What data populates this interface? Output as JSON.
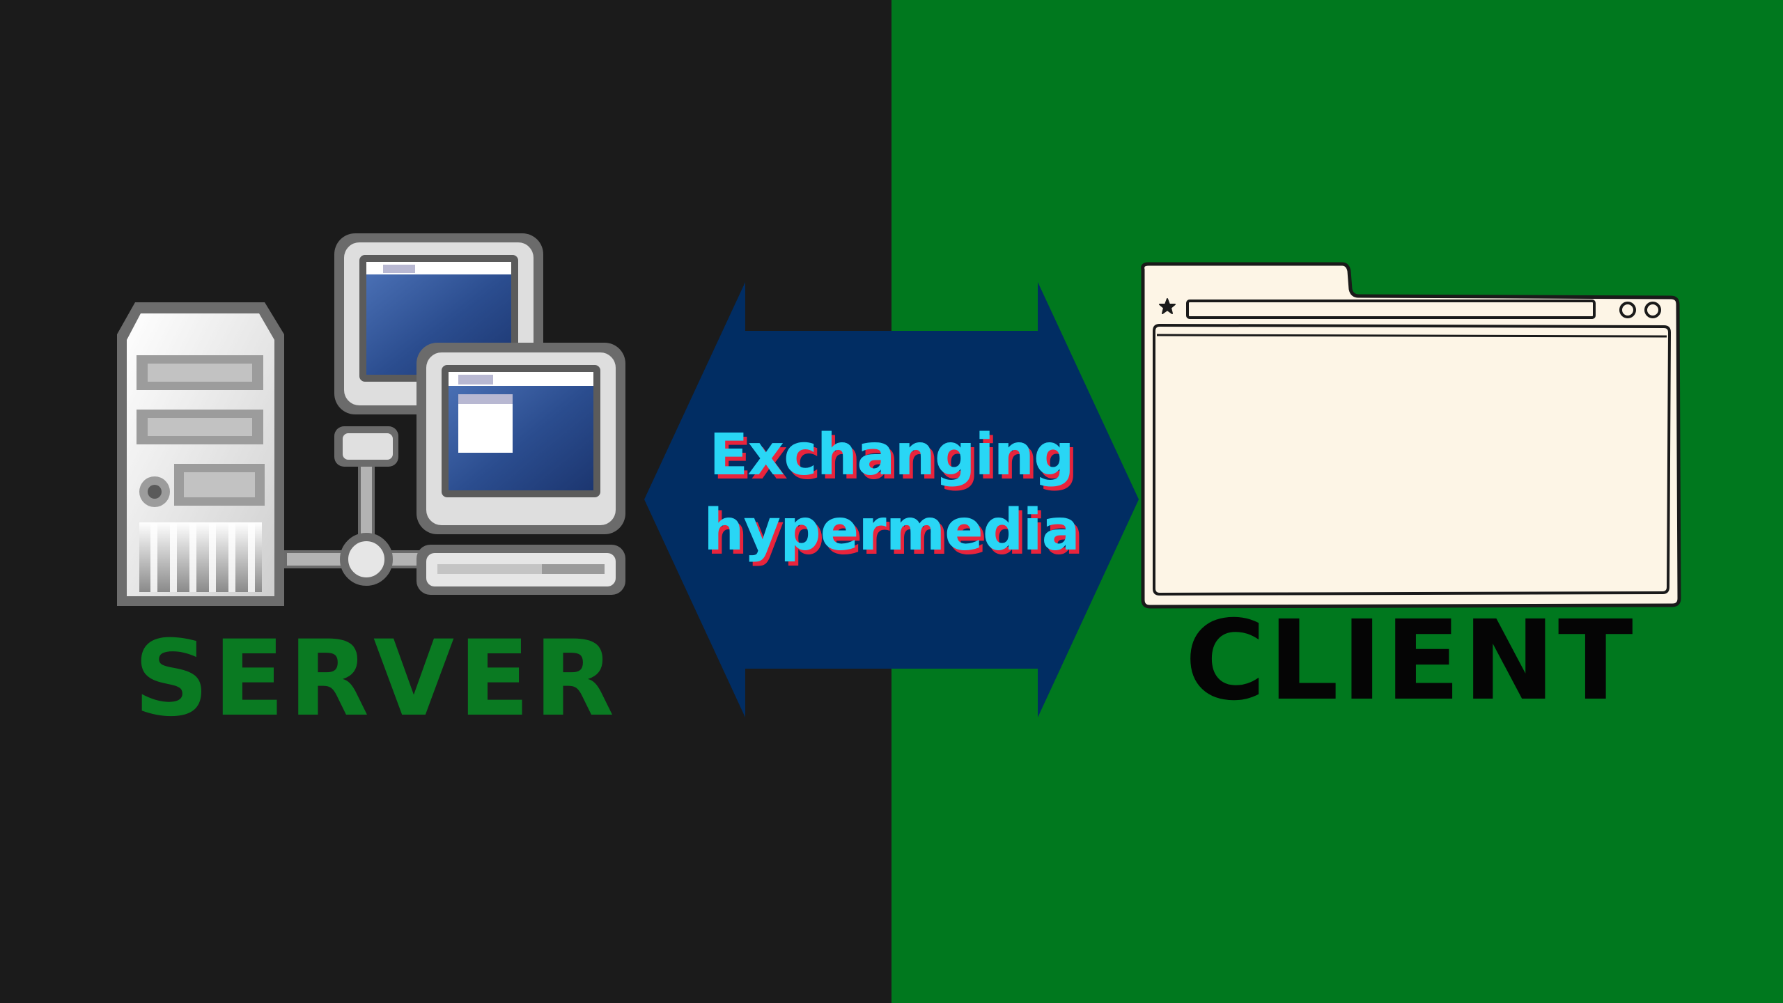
{
  "server": {
    "label": "SERVER",
    "label_color": "#0a7a22",
    "icon": "server-network-icon"
  },
  "exchange": {
    "line1": "Exchanging",
    "line2": "hypermedia",
    "text_color": "#29d6f5",
    "shadow_color": "#e8243c",
    "arrow_color": "#012d63",
    "icon": "double-arrow-icon"
  },
  "client": {
    "label": "CLIENT",
    "label_color": "#050505",
    "icon": "browser-window-icon",
    "window_fill": "#fdf5e6"
  },
  "colors": {
    "left_background": "#1b1b1b",
    "right_background": "#00781e"
  }
}
